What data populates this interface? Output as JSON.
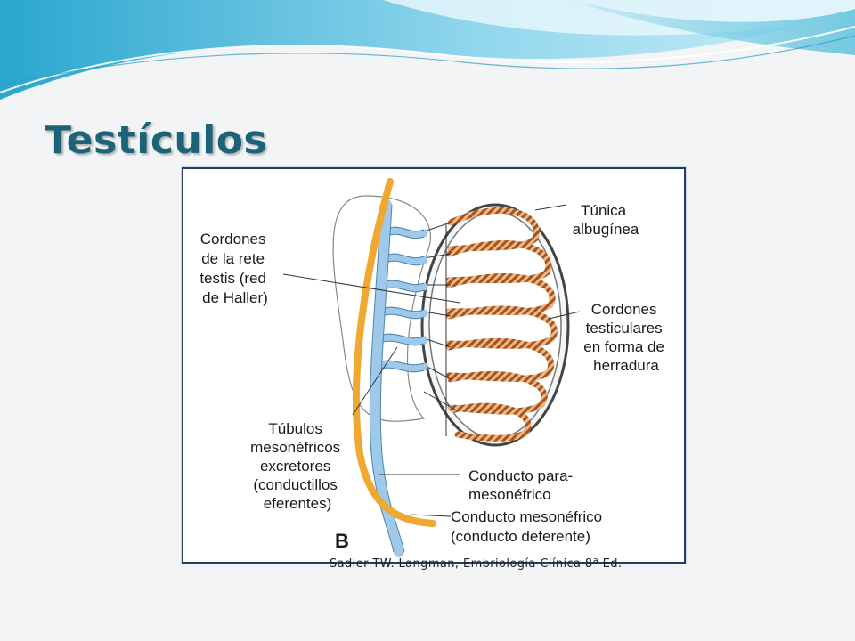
{
  "slide": {
    "title": "Testículos",
    "citation": "Sadler TW. Langman, Embriología Clínica 8ª Ed.",
    "colors": {
      "title": "#1d6378",
      "accent_wave": "#3fb6d8",
      "frame": "#1f3f66"
    }
  },
  "diagram": {
    "panel_letter": "B",
    "colors": {
      "mesonephric_duct": "#9ec9ea",
      "paramesonephric_duct": "#f0a830",
      "testis_cords": "#c2702e",
      "tunica": "#555555"
    },
    "labels": {
      "rete_testis": [
        "Cordones",
        "de la rete",
        "testis (red",
        "de Haller)"
      ],
      "tunica_albuginea": [
        "Túnica",
        "albugínea"
      ],
      "testis_cords": [
        "Cordones",
        "testiculares",
        "en forma de",
        "herradura"
      ],
      "mesonephric_tubules": [
        "Túbulos",
        "mesonéfricos",
        "excretores",
        "(conductillos",
        "eferentes)"
      ],
      "paramesonephric_duct": [
        "Conducto para-",
        "mesonéfrico"
      ],
      "mesonephric_duct": [
        "Conducto mesonéfrico",
        "(conducto deferente)"
      ]
    }
  }
}
